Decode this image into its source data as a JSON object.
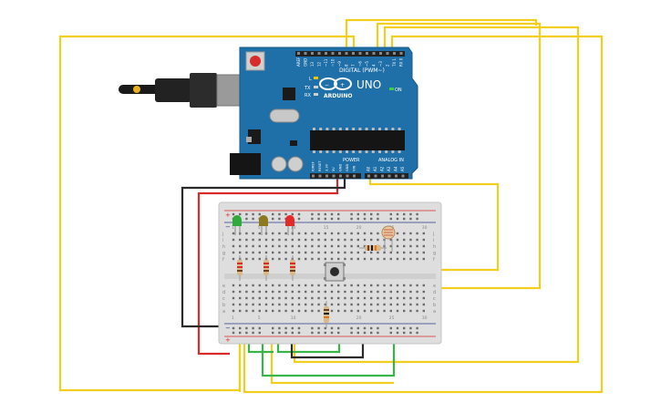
{
  "colors": {
    "wire_yellow": "#f2cf1f",
    "wire_green": "#38b449",
    "wire_red": "#d82b2b",
    "wire_black": "#2a2a2a",
    "board": "#1f6fa8",
    "board_dark": "#17588a",
    "breadboard": "#dedede",
    "led_green": "#2eab3a",
    "led_yellow": "#8d7a1f",
    "led_red": "#e32a2a"
  },
  "arduino": {
    "brand": "ARDUINO",
    "model": "UNO",
    "digital_label": "DIGITAL (PWM~)",
    "analog_label": "ANALOG IN",
    "power_label": "POWER",
    "on_label": "ON",
    "tx_label": "TX",
    "rx_label": "RX",
    "l_label": "L",
    "digital_pins": [
      "AREF",
      "GND",
      "13",
      "12",
      "~11",
      "~10",
      "~9",
      "8",
      "7",
      "~6",
      "~5",
      "4",
      "~3",
      "2",
      "TX 1",
      "RX 0"
    ],
    "power_pins": [
      "IOREF",
      "RESET",
      "3.3V",
      "5V",
      "GND",
      "GND",
      "VIN"
    ],
    "analog_pins": [
      "A0",
      "A1",
      "A2",
      "A3",
      "A4",
      "A5"
    ]
  },
  "breadboard": {
    "row_letters_top": [
      "j",
      "i",
      "h",
      "g",
      "f"
    ],
    "row_letters_bottom": [
      "e",
      "d",
      "c",
      "b",
      "a"
    ],
    "col_numbers": [
      "1",
      "5",
      "10",
      "15",
      "20",
      "25",
      "30"
    ]
  },
  "components": {
    "leds": [
      {
        "name": "led-green",
        "color": "#2eab3a"
      },
      {
        "name": "led-yellow",
        "color": "#8d7a1f"
      },
      {
        "name": "led-red",
        "color": "#e32a2a"
      }
    ]
  }
}
